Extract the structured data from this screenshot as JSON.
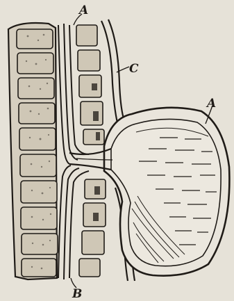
{
  "labels": {
    "a_top": "A",
    "a_right": "A",
    "b": "B",
    "c": "C"
  },
  "colors": {
    "paper": "#e6e2d8",
    "ink": "#1f1b17",
    "bone": "#d8d1c3",
    "fluid": "#e9e5dc"
  }
}
